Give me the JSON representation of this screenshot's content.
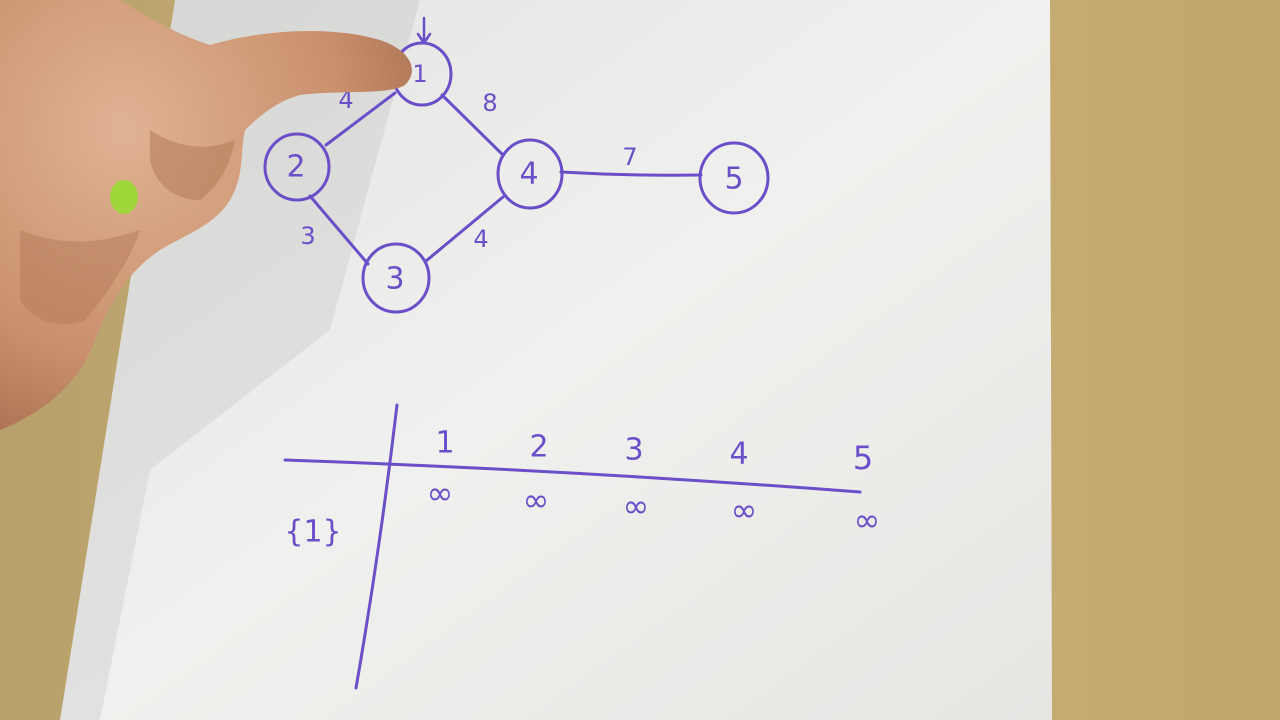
{
  "graph": {
    "nodes": [
      {
        "id": "n1",
        "label": "1"
      },
      {
        "id": "n2",
        "label": "2"
      },
      {
        "id": "n3",
        "label": "3"
      },
      {
        "id": "n4",
        "label": "4"
      },
      {
        "id": "n5",
        "label": "5"
      }
    ],
    "edges": [
      {
        "from": "1",
        "to": "2",
        "weight": "4"
      },
      {
        "from": "1",
        "to": "4",
        "weight": "8"
      },
      {
        "from": "2",
        "to": "3",
        "weight": "3"
      },
      {
        "from": "3",
        "to": "4",
        "weight": "4"
      },
      {
        "from": "4",
        "to": "5",
        "weight": "7"
      }
    ]
  },
  "table": {
    "columns": [
      "1",
      "2",
      "3",
      "4",
      "5"
    ],
    "row_label": "{1}",
    "values": [
      "∞",
      "∞",
      "∞",
      "∞",
      "∞"
    ]
  },
  "colors": {
    "ink": "#6a4fc9",
    "paper": "#eeeeec",
    "desk": "#c7ae78"
  }
}
